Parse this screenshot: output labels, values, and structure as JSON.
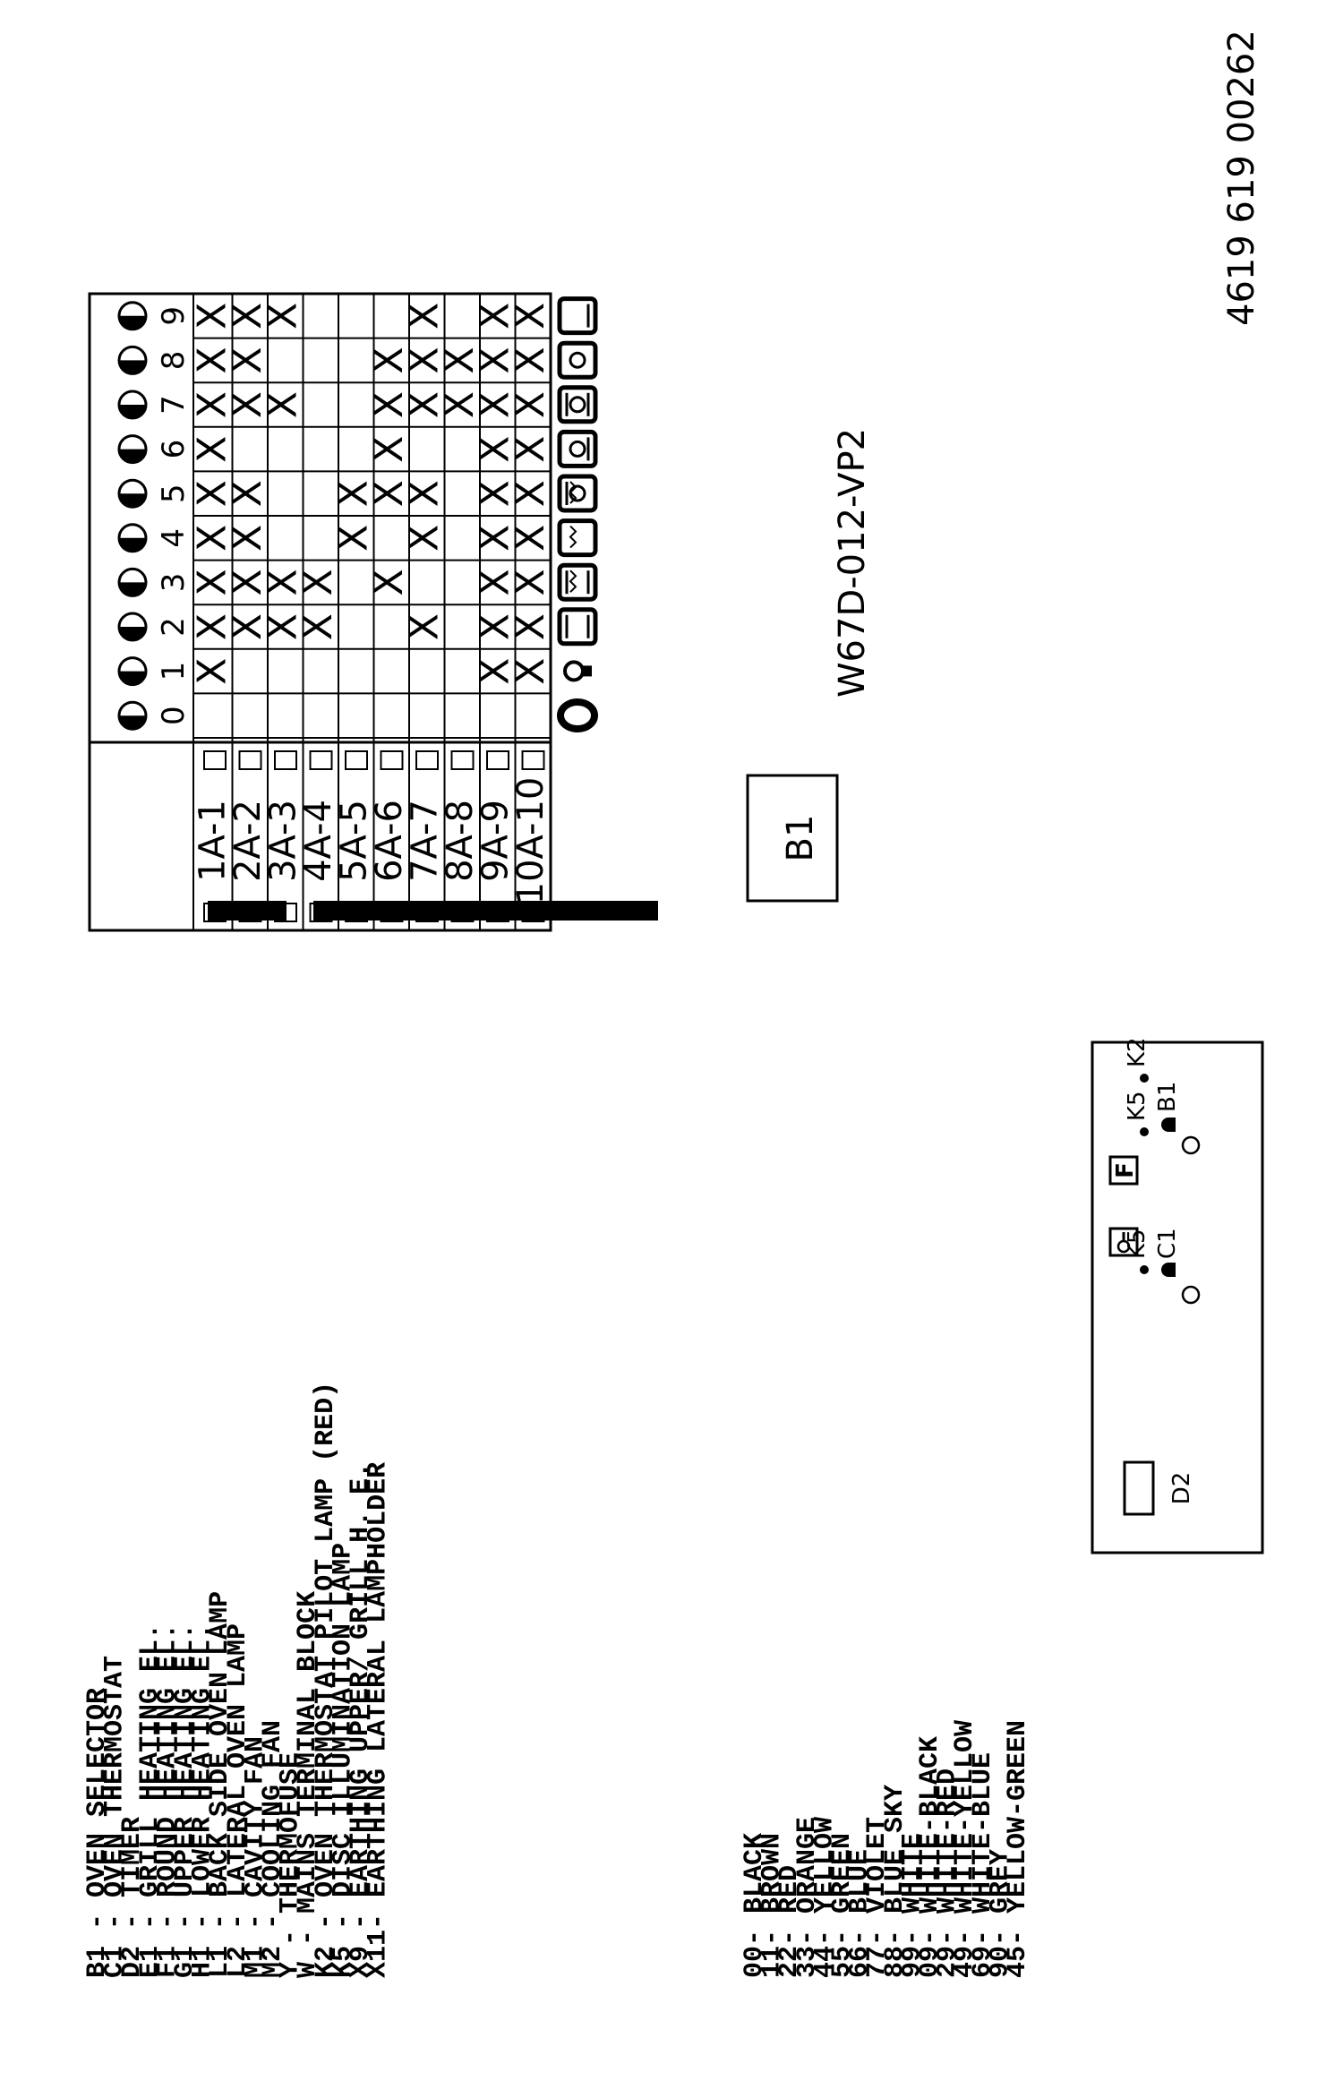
{
  "legend": {
    "components": [
      "B1 - OVEN SELECTOR",
      "C1 - OVEN THERMOSTAT",
      "D2 - TIMER",
      "E1 - GRILL HEATING EL.",
      "F1 - ROUND HEATING EL.",
      "G1 - UPPER HEATING EL.",
      "H1 - LOWER HEATING EL.",
      "L1 - BACK SIDE OVEN LAMP",
      "L2 - LATERAL OVEN LAMP",
      "M1 - CAVITY FAN",
      "M2 - COOLING FAN",
      "Y - THERMOFUSE",
      "W - MAINS TERMINAL BLOCK",
      "K2 - OVEN THERMOSTAT PILOT LAMP (RED)",
      "K5 - DISC ILLUMINATION LAMP",
      "X9 - EARTHING UPPER/ GRILL H. E.",
      "X11- EARTHING LATERAL LAMPHOLDER"
    ],
    "colors": [
      "00- BLACK",
      "11- BROWN",
      "22- RED",
      "33- ORANGE",
      "44- YELLOW",
      "55- GREEN",
      "66- BLUE",
      "77- VIOLET",
      "88- BLUE SKY",
      "99- WHITE",
      "09- WHITE-BLACK",
      "29- WHITE-RED",
      "49- WHITE-YELLOW",
      "69- WHITE-BLUE",
      "90- GREY",
      "45- YELLOW-GREEN"
    ]
  },
  "table": {
    "positions": [
      "0",
      "1",
      "2",
      "3",
      "4",
      "5",
      "6",
      "7",
      "8",
      "9"
    ],
    "mark": "X",
    "contacts": [
      {
        "label": "1A-1",
        "marks": [
          1,
          2,
          3,
          4,
          5,
          6,
          7,
          8,
          9
        ]
      },
      {
        "label": "2A-2",
        "marks": [
          2,
          3,
          4,
          5,
          7,
          8,
          9
        ]
      },
      {
        "label": "3A-3",
        "marks": [
          2,
          3,
          7,
          9
        ]
      },
      {
        "label": "4A-4",
        "marks": [
          2,
          3
        ]
      },
      {
        "label": "5A-5",
        "marks": [
          4,
          5
        ]
      },
      {
        "label": "6A-6",
        "marks": [
          3,
          5,
          6,
          7,
          8
        ]
      },
      {
        "label": "7A-7",
        "marks": [
          2,
          4,
          5,
          7,
          8,
          9
        ]
      },
      {
        "label": "8A-8",
        "marks": [
          7,
          8
        ]
      },
      {
        "label": "9A-9",
        "marks": [
          1,
          2,
          3,
          4,
          5,
          6,
          7,
          8,
          9
        ]
      },
      {
        "label": "10A-10",
        "marks": [
          1,
          2,
          3,
          4,
          5,
          6,
          7,
          8,
          9
        ]
      }
    ],
    "function_icons": [
      "off-icon",
      "lamp-icon",
      "upper-lower-heat-icon",
      "grill-upper-lower-icon",
      "grill-icon",
      "grill-fan-icon",
      "fan-lower-icon",
      "fan-upper-lower-icon",
      "round-fan-icon",
      "lower-heat-icon"
    ]
  },
  "selector_label": "B1",
  "model_code": "W67D-012-VP2",
  "part_number": "4619 619 00262",
  "panel": {
    "timer": "D2",
    "thermostat": "C1",
    "selector": "B1",
    "lamp_left": "K5",
    "lamp_right": "K5",
    "pilot": "K2",
    "thermostat_icon": "thermometer-icon",
    "selector_icon": "function-icon",
    "selector_symbol": "F"
  }
}
